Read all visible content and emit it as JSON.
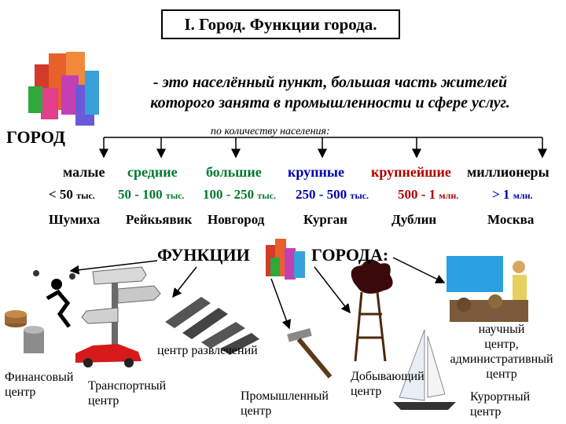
{
  "title": "I. Город. Функции города.",
  "definition": "- это населённый пункт, большая часть жителей которого занята в промышленности и сфере услуг.",
  "city_word": "ГОРОД",
  "by_population": "по количеству населения:",
  "categories": [
    {
      "name": "малые",
      "range": "< 50",
      "unit": "тыс.",
      "example": "Шумиха",
      "color": "#000000"
    },
    {
      "name": "средние",
      "range": "50 - 100",
      "unit": "тыс.",
      "example": "Рейкьявик",
      "color": "#007a2e"
    },
    {
      "name": "большие",
      "range": "100 - 250",
      "unit": "тыс.",
      "example": "Новгород",
      "color": "#007a2e"
    },
    {
      "name": "крупные",
      "range": "250 - 500",
      "unit": "тыс.",
      "example": "Курган",
      "color": "#0000b0"
    },
    {
      "name": "крупнейшие",
      "range": "500 - 1",
      "unit": "млн.",
      "example": "Дублин",
      "color": "#b00000"
    },
    {
      "name": "миллионеры",
      "range": "> 1",
      "unit": "млн.",
      "example": "Москва",
      "color": "#000000"
    }
  ],
  "functions_title_left": "ФУНКЦИИ",
  "functions_title_right": "ГОРОДА:",
  "functions": {
    "entertainment": "центр развлечений",
    "financial_1": "Финансовый",
    "financial_2": "центр",
    "transport_1": "Транспортный",
    "transport_2": "центр",
    "industrial_1": "Промышленный",
    "industrial_2": "центр",
    "mining_1": "Добывающий",
    "mining_2": "центр",
    "science": [
      "научный",
      "центр,",
      "административный",
      "центр"
    ],
    "resort_1": "Курортный",
    "resort_2": "центр"
  },
  "colors": {
    "green": "#007a2e",
    "blue": "#0000b0",
    "red": "#b00000"
  }
}
